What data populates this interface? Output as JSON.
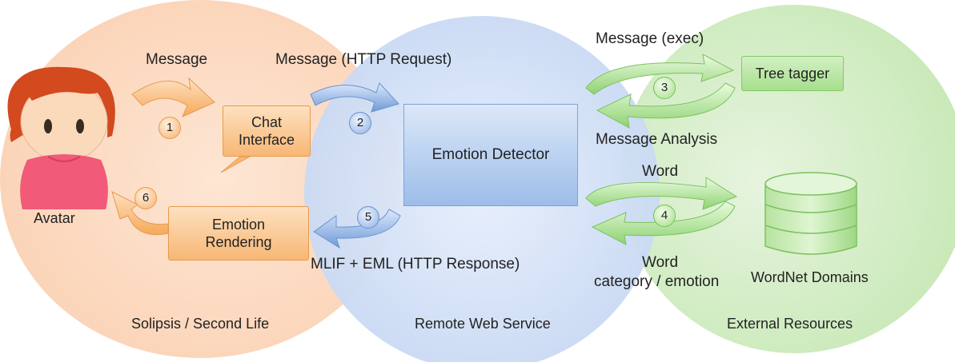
{
  "regions": {
    "left": "Solipsis / Second Life",
    "middle": "Remote Web Service",
    "right": "External Resources"
  },
  "labels": {
    "message": "Message",
    "http_request": "Message (HTTP Request)",
    "exec": "Message (exec)",
    "analysis": "Message Analysis",
    "word": "Word",
    "word_out": "Word",
    "category": "category / emotion",
    "http_response": "MLIF + EML (HTTP Response)",
    "avatar": "Avatar"
  },
  "boxes": {
    "chat_line1": "Chat",
    "chat_line2": "Interface",
    "render_line1": "Emotion",
    "render_line2": "Rendering",
    "detector": "Emotion Detector",
    "tree_tagger": "Tree tagger",
    "wordnet": "WordNet Domains"
  },
  "steps": [
    "1",
    "2",
    "3",
    "4",
    "5",
    "6"
  ],
  "colors": {
    "orange": "#f6b46e",
    "blue": "#8fb1e3",
    "green": "#a6df8c"
  }
}
